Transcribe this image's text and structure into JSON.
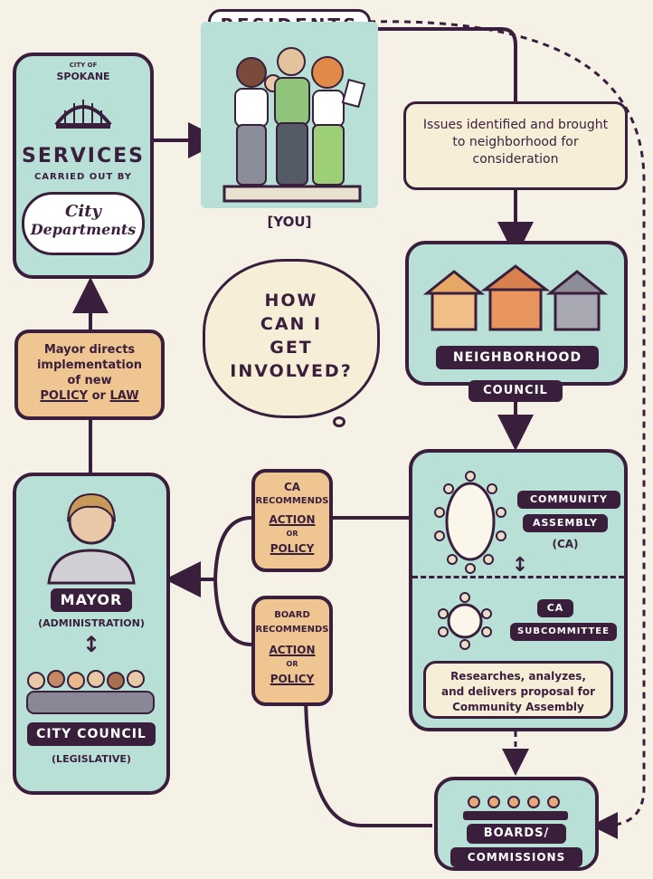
{
  "residents": {
    "label": "RESIDENTS",
    "you_label": "[YOU]"
  },
  "services": {
    "logo_text": "SPOKANE",
    "logo_small": "CITY OF",
    "title": "SERVICES",
    "subtitle": "CARRIED OUT BY",
    "cloud_line1": "City",
    "cloud_line2": "Departments"
  },
  "issues": {
    "text": "Issues identified and brought to neighborhood for consideration"
  },
  "question": {
    "line1": "HOW",
    "line2": "CAN I",
    "line3": "GET",
    "line4": "INVOLVED?"
  },
  "neighborhood": {
    "line1": "NEIGHBORHOOD",
    "line2": "COUNCIL"
  },
  "mayor_directs": {
    "line1": "Mayor directs",
    "line2": "implementation",
    "line3": "of new",
    "policy": "POLICY",
    "or": "or",
    "law": "LAW"
  },
  "ca_recommends": {
    "line1": "CA",
    "line2": "RECOMMENDS",
    "action": "ACTION",
    "or": "OR",
    "policy": "POLICY"
  },
  "board_recommends": {
    "line1": "BOARD",
    "line2": "RECOMMENDS",
    "action": "ACTION",
    "or": "OR",
    "policy": "POLICY"
  },
  "community": {
    "line1": "COMMUNITY",
    "line2": "ASSEMBLY",
    "line3": "(CA)",
    "sub_line1": "CA",
    "sub_line2": "SUBCOMMITTEE",
    "research_line1": "Researches, analyzes,",
    "research_line2": "and delivers proposal for",
    "research_line3": "Community Assembly"
  },
  "mayor": {
    "title": "MAYOR",
    "subtitle": "(ADMINISTRATION)",
    "council": "CITY COUNCIL",
    "council_sub": "(LEGISLATIVE)"
  },
  "boards": {
    "line1": "BOARDS/",
    "line2": "COMMISSIONS"
  },
  "colors": {
    "teal": "#b9e0d6",
    "tan": "#efc591",
    "cream": "#f7eed8",
    "ink": "#3a1f3d"
  }
}
